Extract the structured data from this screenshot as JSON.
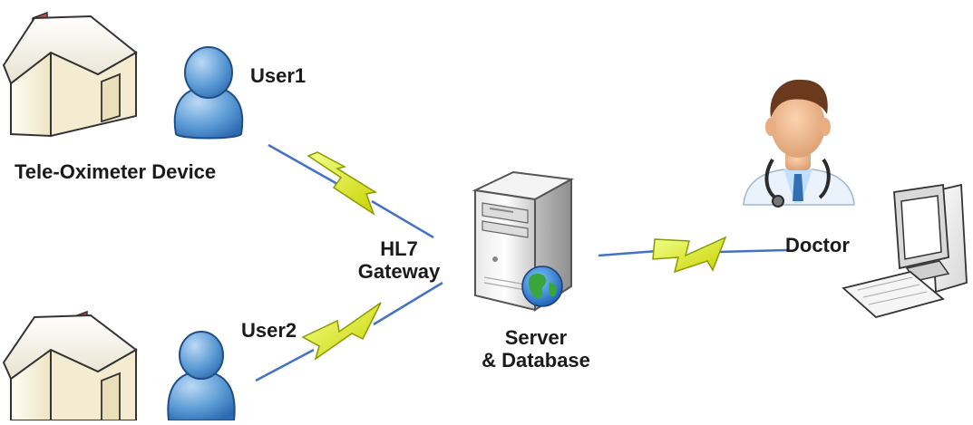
{
  "labels": {
    "user1": "User1",
    "user2": "User2",
    "device": "Tele-Oximeter Device",
    "gateway_line1": "HL7",
    "gateway_line2": "Gateway",
    "server_line1": "Server",
    "server_line2": "& Database",
    "doctor": "Doctor"
  },
  "icons": {
    "house": "house-icon",
    "user": "user-icon",
    "server": "server-tower-icon",
    "globe": "globe-icon",
    "doctor": "doctor-icon",
    "computer": "desktop-computer-icon",
    "link": "wireless-link-icon"
  },
  "colors": {
    "user_blue": "#5b9bd5",
    "bolt_yellow": "#d9e600",
    "bolt_outline": "#8a9a00",
    "link_line": "#4472c4",
    "house_wall": "#fbf6e6",
    "roof_red": "#c0504d"
  }
}
